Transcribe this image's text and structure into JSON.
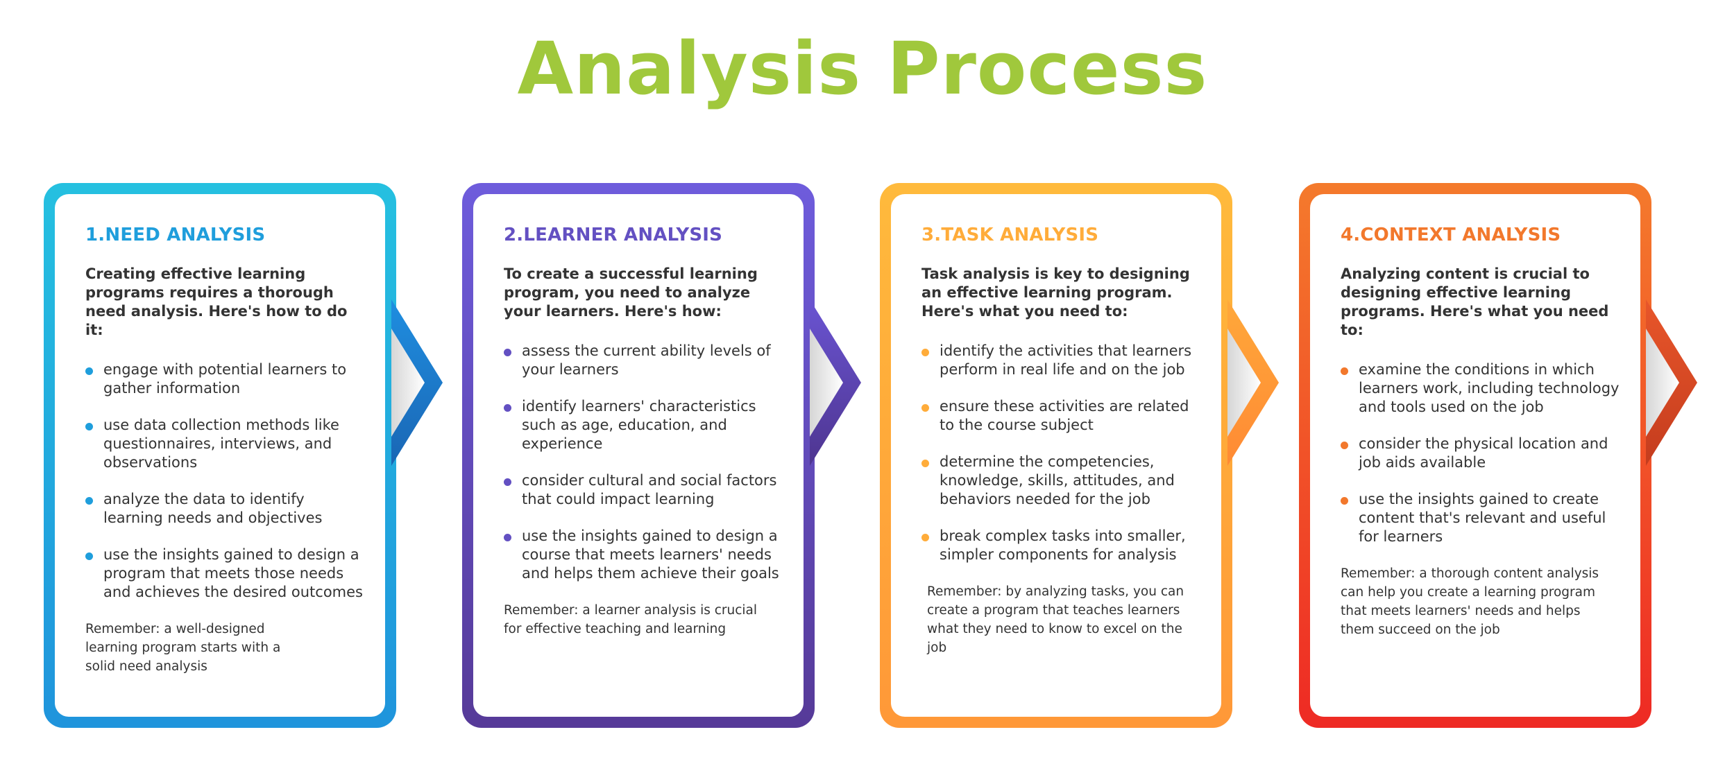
{
  "title": "Analysis Process",
  "colors": {
    "title": "#a0c83c",
    "text": "#333333",
    "card1": "#1f9edc",
    "card2": "#6350c2",
    "card3": "#ffa73a",
    "card4": "#f25b2a"
  },
  "cards": [
    {
      "title": "1.NEED ANALYSIS",
      "intro": "Creating effective learning programs requires a thorough need analysis. Here's how to do it:",
      "items": [
        "engage with potential learners to gather information",
        "use data collection methods like questionnaires, interviews, and observations",
        "analyze the data to identify learning needs and objectives",
        "use the insights gained to design a program that meets those needs and achieves the desired outcomes"
      ],
      "note": "Remember: a well-designed learning program starts with a solid need analysis"
    },
    {
      "title": "2.LEARNER ANALYSIS",
      "intro": "To create a successful learning program, you need to analyze your learners. Here's how:",
      "items": [
        "assess the current ability levels of your learners",
        "identify learners' characteristics such as age, education, and experience",
        "consider cultural and social factors that could impact learning",
        "use the insights gained to design a course that meets learners' needs and helps them achieve their goals"
      ],
      "note": "Remember: a learner analysis is crucial for effective teaching and learning"
    },
    {
      "title": "3.TASK ANALYSIS",
      "intro": "Task analysis is key to designing an effective learning program. Here's what you need to:",
      "items": [
        "identify the activities that learners perform in real life and on the job",
        "ensure these activities are related to the course subject",
        "determine the competencies, knowledge, skills, attitudes, and behaviors needed for the job",
        "break complex tasks into smaller, simpler components for analysis"
      ],
      "note": "Remember: by analyzing tasks, you can create a program that teaches learners what they need to know to excel on the job"
    },
    {
      "title": "4.CONTEXT ANALYSIS",
      "intro": "Analyzing content is crucial to designing effective learning programs. Here's what you need to:",
      "items": [
        "examine the conditions in which learners work, including technology and tools used on the job",
        "consider the physical location and job aids available",
        "use the insights gained to create content that's relevant and useful for learners"
      ],
      "note": "Remember: a thorough content analysis can help you create a learning program that meets learners' needs and helps them succeed on the job"
    }
  ]
}
